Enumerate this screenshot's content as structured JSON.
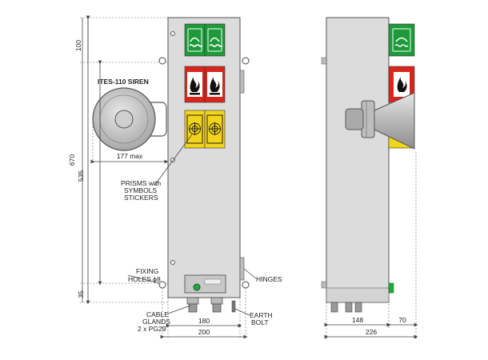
{
  "labels": {
    "siren": "ITES-110 SIREN",
    "prisms_line1": "PRISMS with",
    "prisms_line2": "SYMBOLS",
    "prisms_line3": "STICKERS",
    "fixing_line1": "FIXING",
    "fixing_line2": "HOLES ϕ8",
    "hinges": "HINGES",
    "cable_line1": "CABLE",
    "cable_line2": "GLANDS",
    "cable_line3": "2 x PG29",
    "earth_line1": "EARTH",
    "earth_line2": "BOLT"
  },
  "dimensions": {
    "d100": "100",
    "d670": "670",
    "d535": "535",
    "d35": "35",
    "d177": "177 max",
    "d180": "180",
    "d200": "200",
    "d148": "148",
    "d70": "70",
    "d226": "226"
  },
  "colors": {
    "enclosure": "#dcdcdc",
    "green_prism": "#1e9a3a",
    "red_prism": "#d8261c",
    "yellow_prism": "#f2d41a",
    "lamp": "#1faa3c"
  }
}
